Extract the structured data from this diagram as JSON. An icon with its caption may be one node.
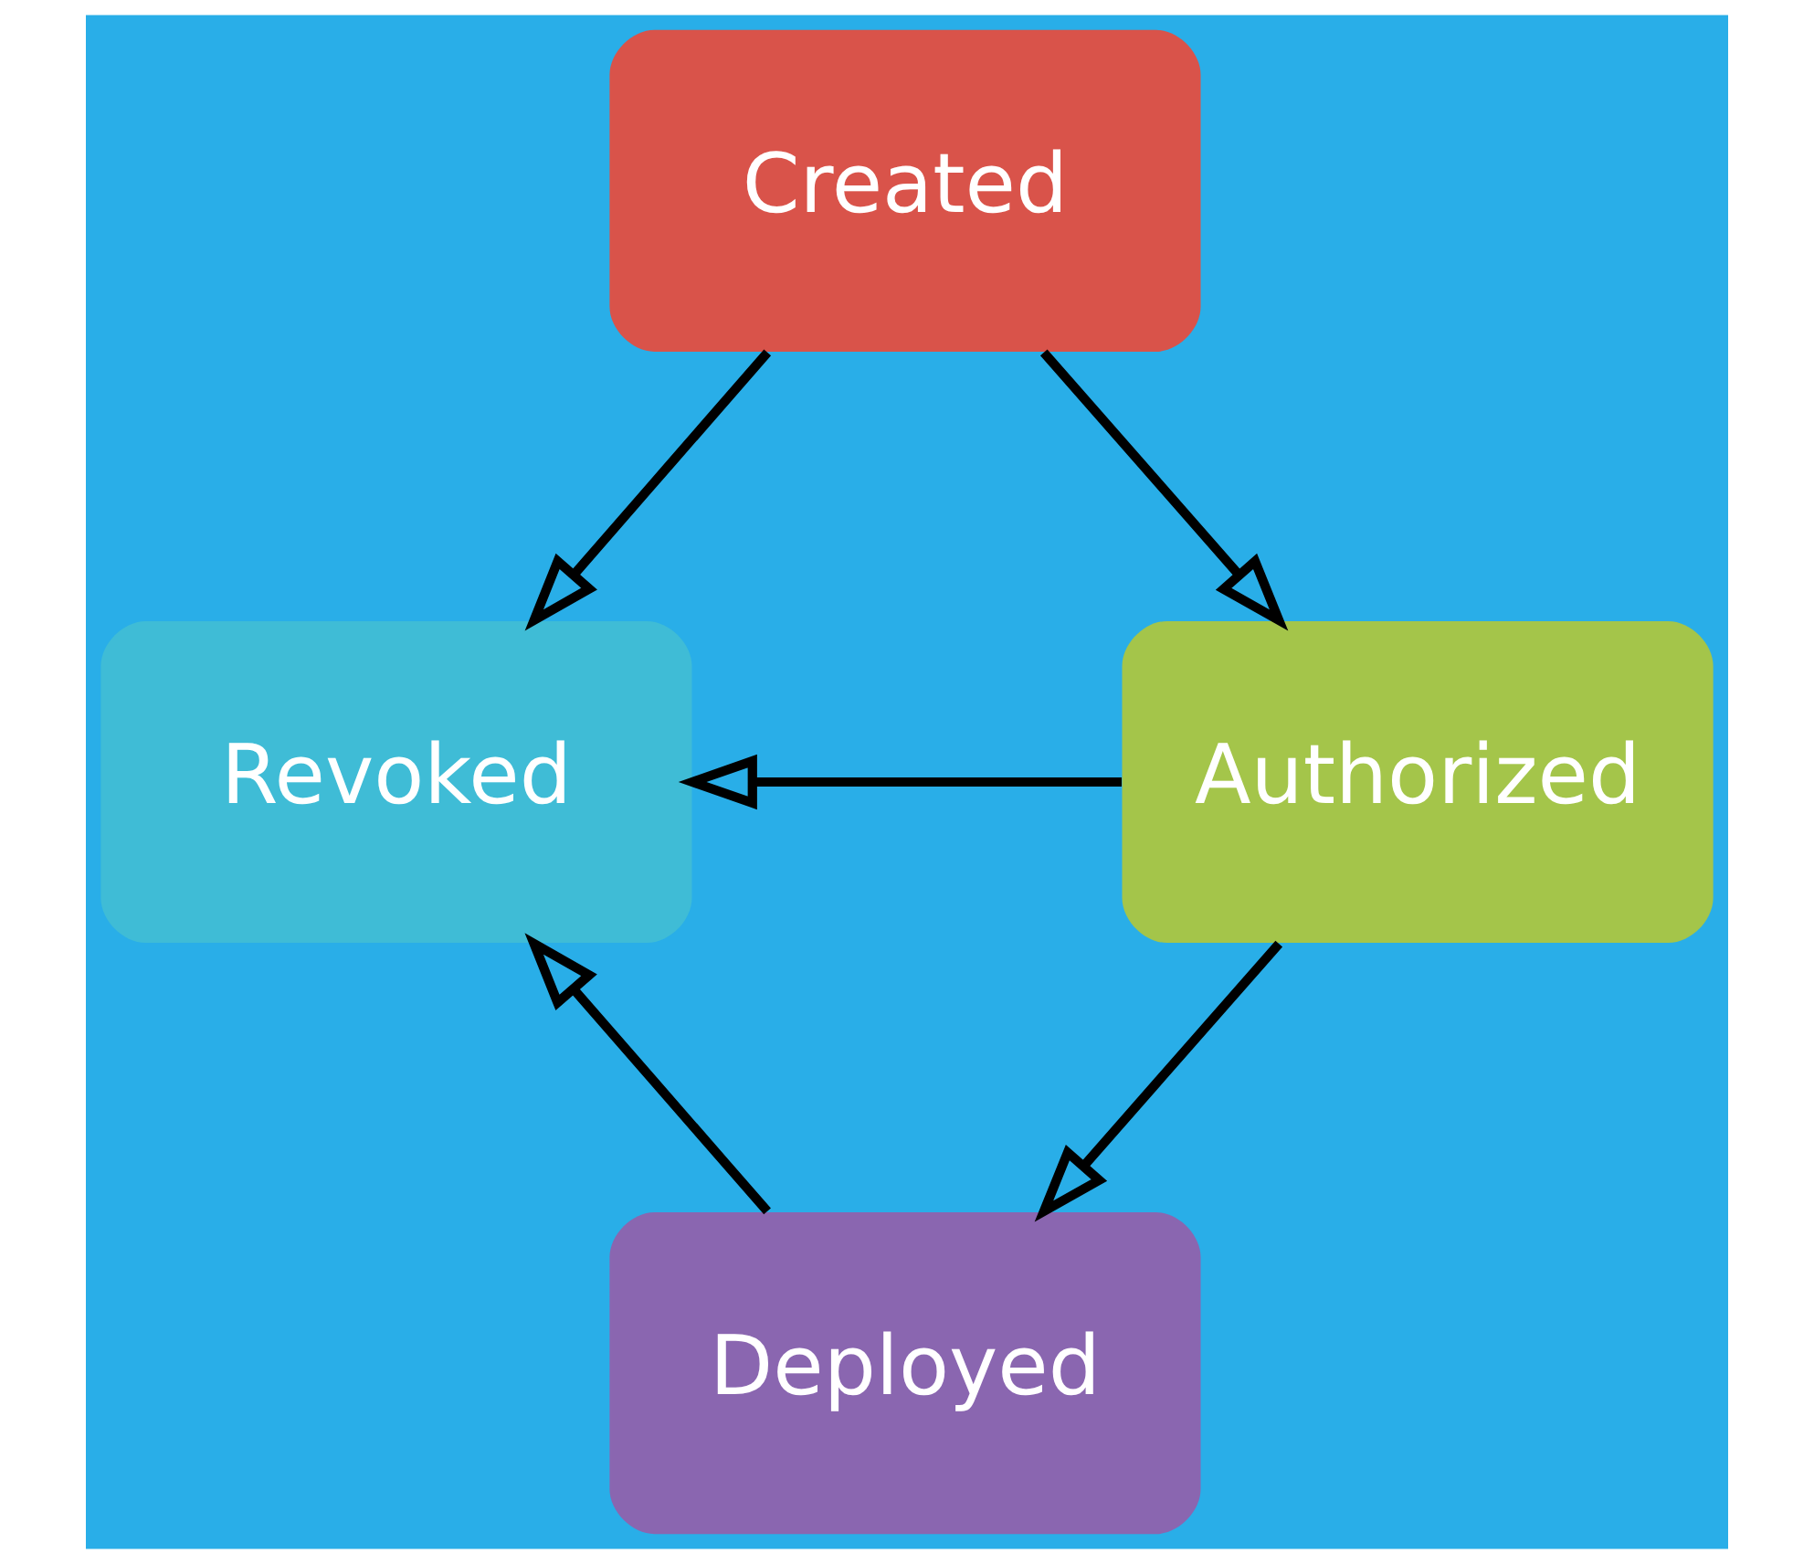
{
  "diagram": {
    "nodes": [
      {
        "text": [
          "Created"
        ]
      },
      {
        "text": [
          "Revoked"
        ]
      },
      {
        "text": [
          "Authorized"
        ]
      },
      {
        "text": [
          "Deployed"
        ]
      }
    ],
    "edges": [
      {
        "from": 0,
        "to": 2,
        "arrow": "to"
      },
      {
        "from": 0,
        "to": 1,
        "arrow": "to"
      },
      {
        "from": 2,
        "to": 1,
        "arrow": "to"
      },
      {
        "from": 2,
        "to": 3,
        "arrow": "to"
      },
      {
        "from": 3,
        "to": 1,
        "arrow": "to"
      }
    ]
  }
}
